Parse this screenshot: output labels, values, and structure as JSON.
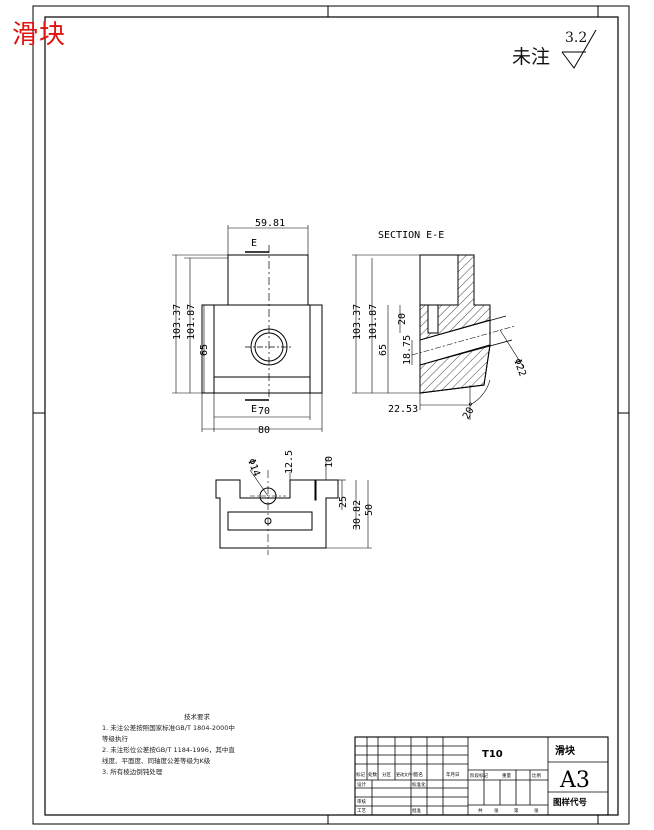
{
  "header": {
    "part_name": "滑块",
    "surface_note_label": "未注",
    "roughness_value": "3.2"
  },
  "views": {
    "front": {
      "section_marker_top": "E",
      "section_marker_bottom": "E",
      "dim_top_width": "59.81",
      "dim_total_height": "103.37",
      "dim_height_2": "101.87",
      "dim_height_3": "65",
      "dim_inner_width": "70",
      "dim_outer_width": "80"
    },
    "section": {
      "title": "SECTION E-E",
      "dim_total_height": "103.37",
      "dim_height_2": "101.87",
      "dim_height_3": "65",
      "dim_slot": "20",
      "dim_hole_pos": "18.75",
      "dim_diameter": "Φ22",
      "dim_offset": "22.53",
      "dim_angle": "20°"
    },
    "top": {
      "dim_hole_dia": "Φ14",
      "dim_12_5": "12.5",
      "dim_10": "10",
      "dim_25": "25",
      "dim_30_82": "30.82",
      "dim_50": "50"
    }
  },
  "notes": {
    "heading": "技术要求",
    "items": [
      "1. 未注公差按照国家标准GB/T 1804-2000中",
      "   等级执行",
      "2. 未注形位公差按GB/T 1184-1996，其中直",
      "   线度、平面度、同轴度公差等级为K级",
      "3. 所有棱边倒钝处理"
    ]
  },
  "title_block": {
    "material": "T10",
    "part_name": "滑块",
    "sheet_size": "A3",
    "drawing_code_label": "图样代号",
    "row_labels": [
      "标记",
      "处数",
      "分区",
      "更改文件号",
      "签名",
      "年月日"
    ],
    "stage_labels": [
      "阶段标记",
      "重量",
      "比例"
    ],
    "bottom_labels": [
      "共",
      "张",
      "第",
      "张"
    ],
    "left_labels": [
      "设计",
      "审核",
      "工艺",
      "标准化",
      "批准"
    ]
  }
}
